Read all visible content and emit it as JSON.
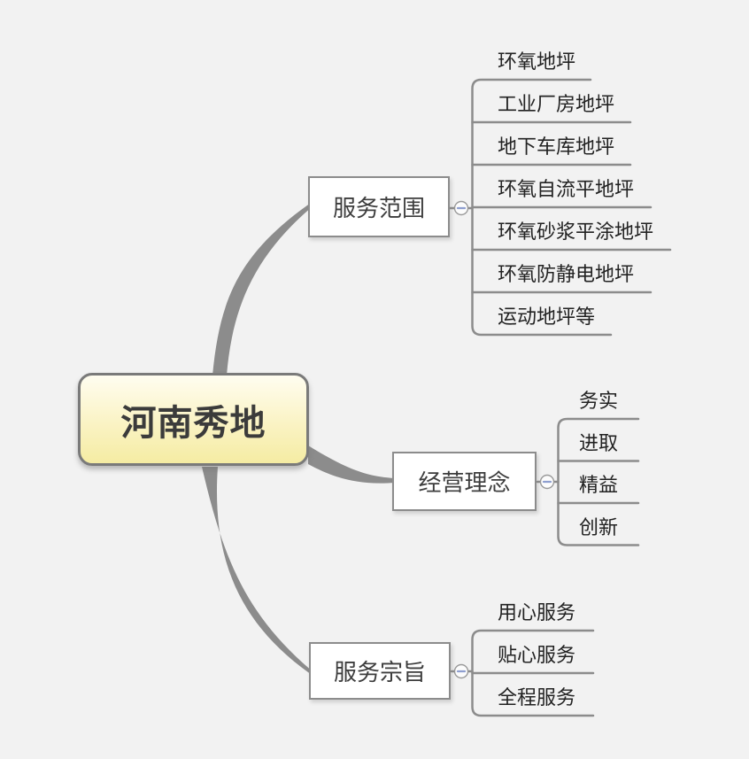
{
  "diagram": {
    "type": "mindmap",
    "root": {
      "label": "河南秀地"
    },
    "branches": [
      {
        "label": "服务范围",
        "collapse_icon": "minus",
        "children": [
          "环氧地坪",
          "工业厂房地坪",
          "地下车库地坪",
          "环氧自流平地坪",
          "环氧砂浆平涂地坪",
          "环氧防静电地坪",
          "运动地坪等"
        ]
      },
      {
        "label": "经营理念",
        "collapse_icon": "minus",
        "children": [
          "务实",
          "进取",
          "精益",
          "创新"
        ]
      },
      {
        "label": "服务宗旨",
        "collapse_icon": "minus",
        "children": [
          "用心服务",
          "贴心服务",
          "全程服务"
        ]
      }
    ],
    "colors": {
      "background": "#f2f2f2",
      "line": "#8c8c8c",
      "root_fill_top": "#fffdf0",
      "root_fill_bottom": "#f5eca3",
      "root_border": "#7a7a7a",
      "branch_fill": "#ffffff",
      "branch_border": "#8c8c8c",
      "text": "#3b3b3b",
      "collapse_minus": "#8f9fd0"
    }
  }
}
